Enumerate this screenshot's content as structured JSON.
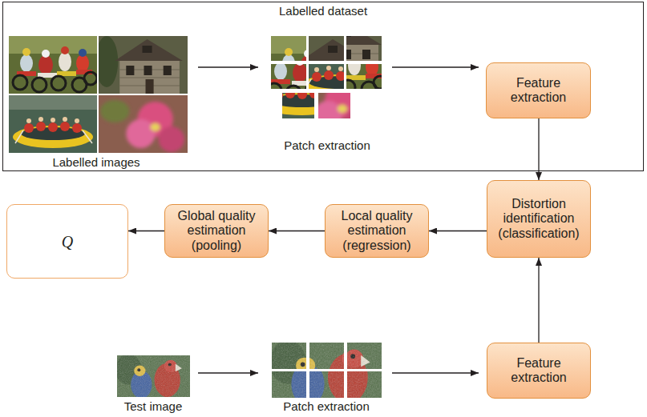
{
  "diagram": {
    "nodes": [
      {
        "text": [
          "Labelled dataset"
        ]
      },
      {
        "text": [
          "Feature extraction"
        ],
        "in": 0
      },
      {
        "text": [
          "Q"
        ]
      },
      {
        "text": [
          "Global quality estimation (pooling)"
        ]
      },
      {
        "text": [
          "Local quality estimation (regression)"
        ]
      },
      {
        "text": [
          "Distortion identification (classification)"
        ]
      },
      {
        "text": [
          "Feature extraction"
        ]
      }
    ],
    "edges": [
      {
        "from": 1,
        "to": 5,
        "arrow": "to"
      },
      {
        "from": 5,
        "to": 4,
        "arrow": "to"
      },
      {
        "from": 4,
        "to": 3,
        "arrow": "to"
      },
      {
        "from": 3,
        "to": 2,
        "arrow": "to"
      },
      {
        "from": 6,
        "to": 5,
        "arrow": "to"
      }
    ],
    "labels": [
      "Labelled images",
      "Patch extraction",
      "Test image",
      "Patch extraction"
    ]
  }
}
